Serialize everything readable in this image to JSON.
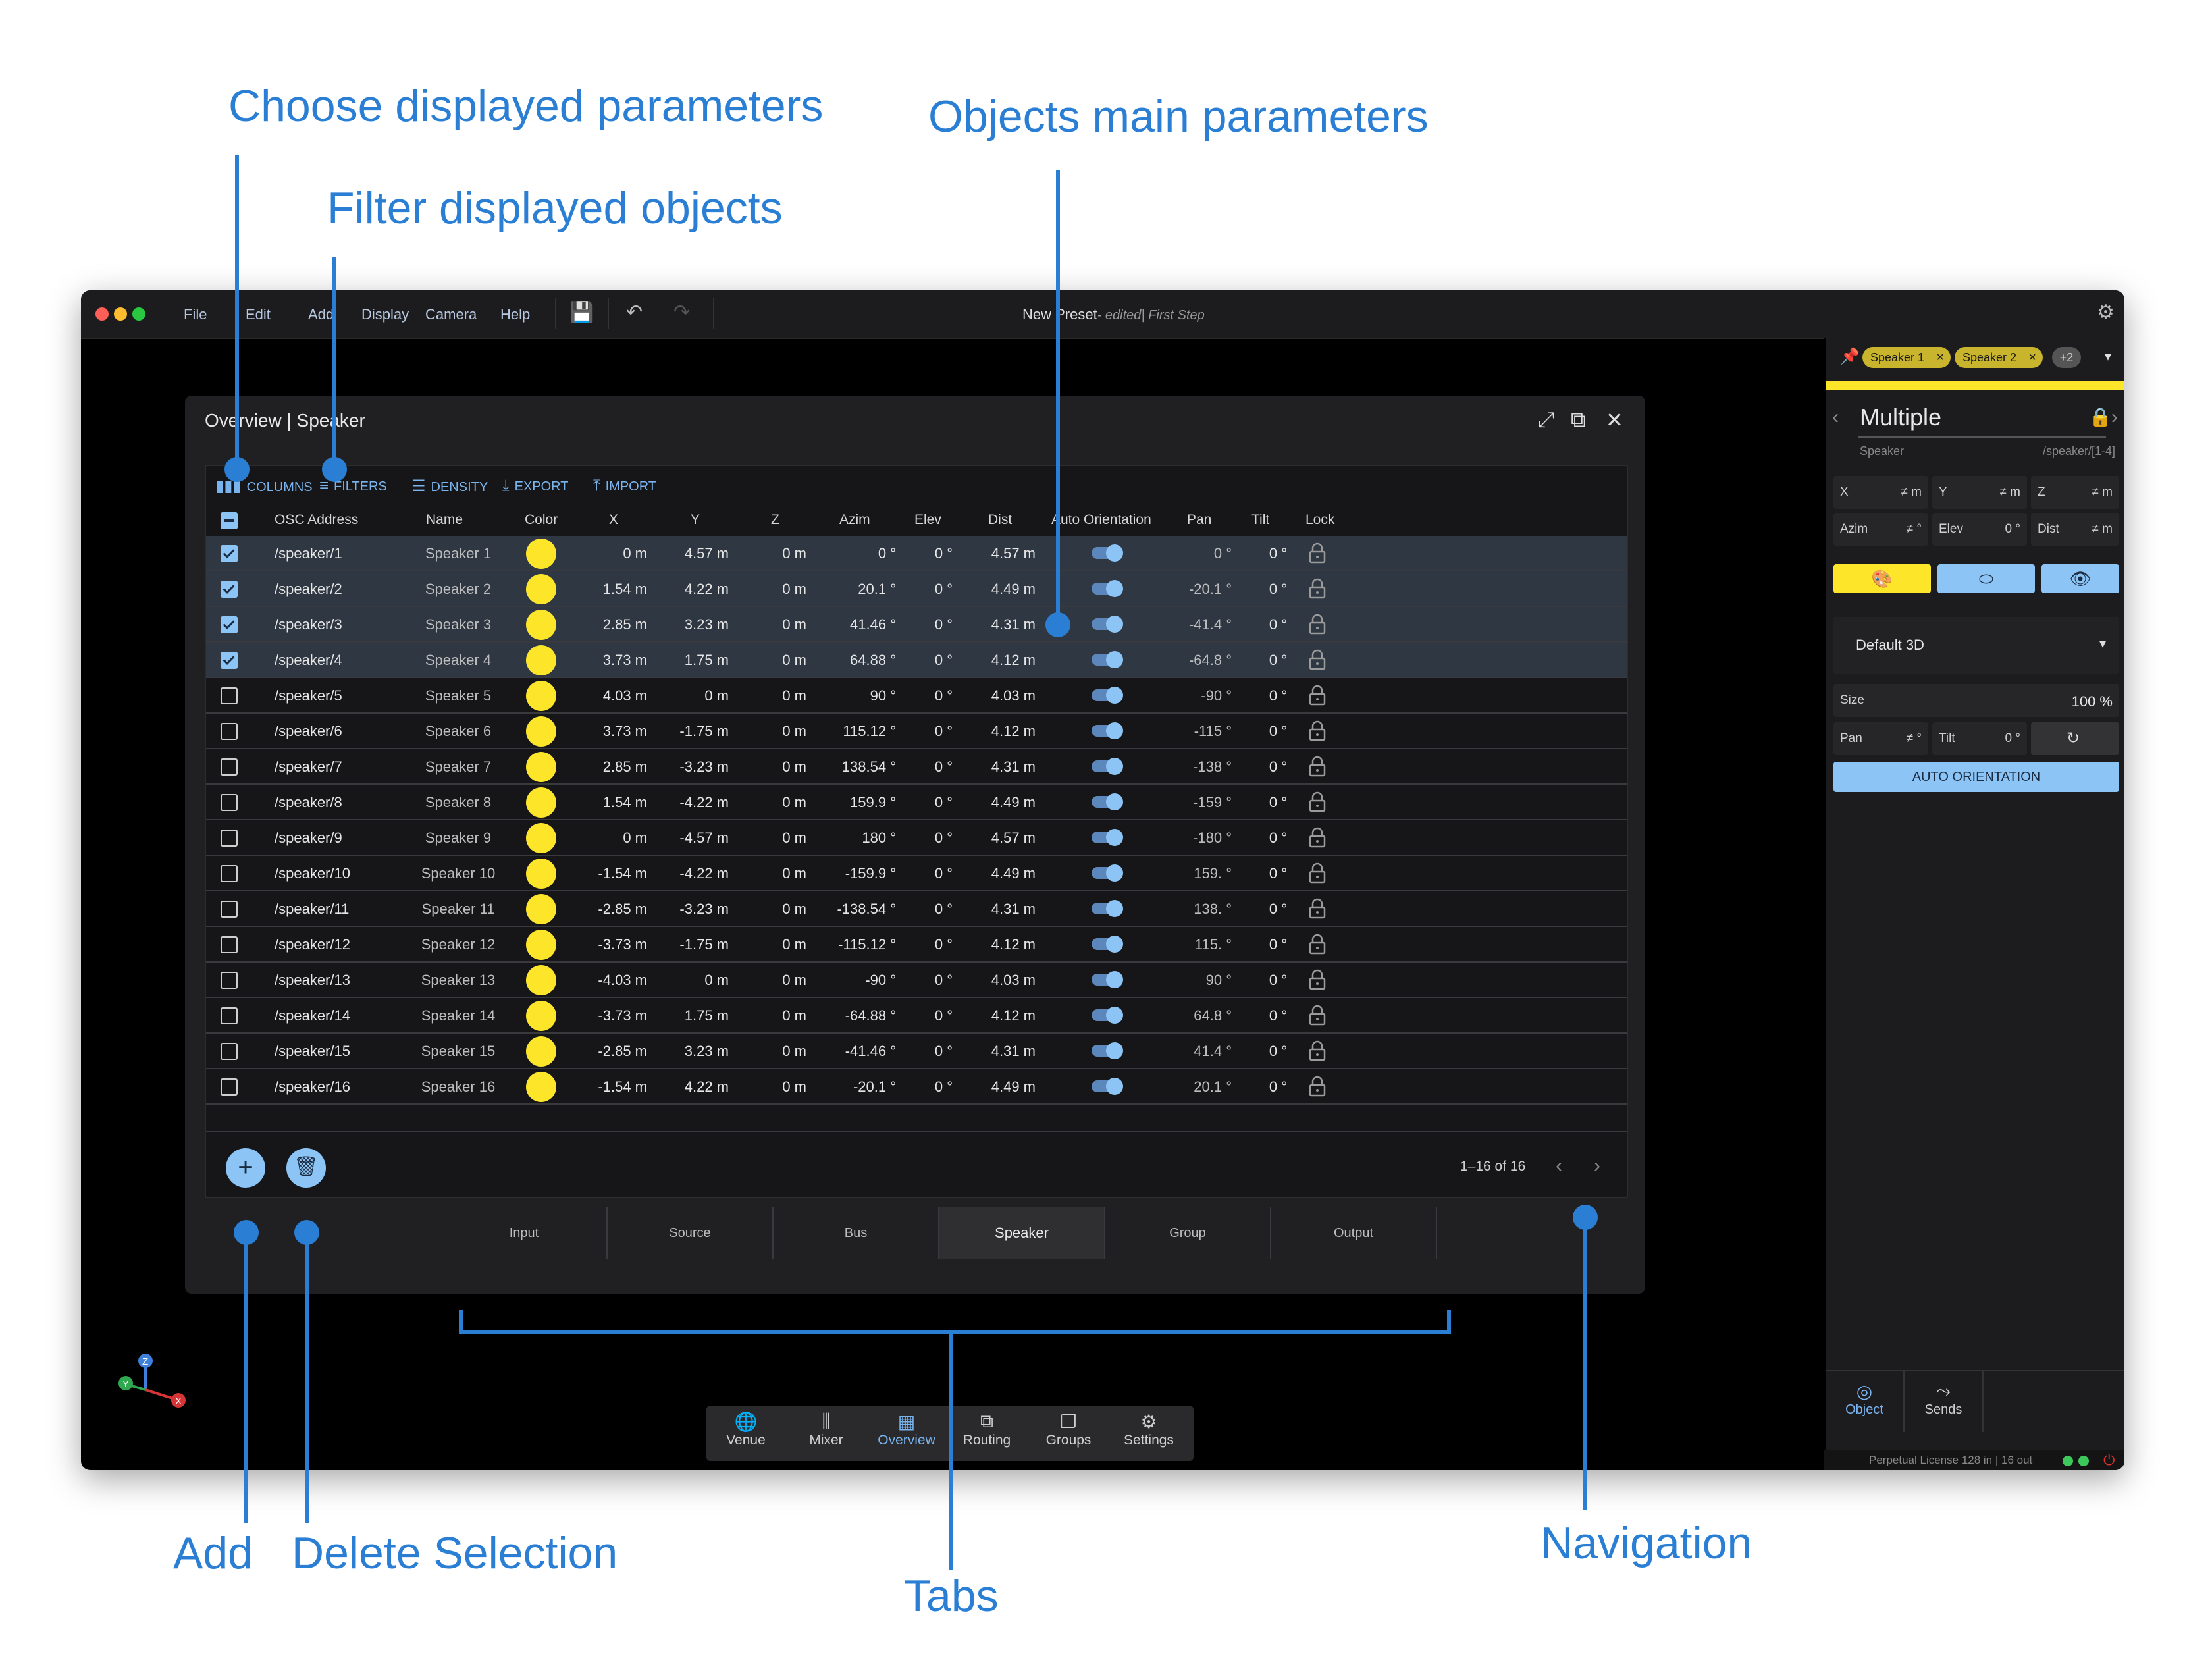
{
  "annotations": {
    "choose_params": "Choose displayed parameters",
    "filter_objects": "Filter displayed objects",
    "main_params": "Objects main parameters",
    "add": "Add",
    "delete": "Delete Selection",
    "tabs": "Tabs",
    "navigation": "Navigation"
  },
  "menu": [
    "File",
    "Edit",
    "Add",
    "Display",
    "Camera",
    "Help"
  ],
  "window_title": {
    "name": "New Preset",
    "state": "- edited",
    "step": "| First Step"
  },
  "panel": {
    "title": "Overview | Speaker",
    "toolbar": {
      "columns": "COLUMNS",
      "filters": "FILTERS",
      "density": "DENSITY",
      "export": "EXPORT",
      "import": "IMPORT"
    },
    "headers": [
      "OSC Address",
      "Name",
      "Color",
      "X",
      "Y",
      "Z",
      "Azim",
      "Elev",
      "Dist",
      "Auto Orientation",
      "Pan",
      "Tilt",
      "Lock"
    ],
    "rows": [
      {
        "addr": "/speaker/1",
        "name": "Speaker 1",
        "x": "0 m",
        "y": "4.57 m",
        "z": "0 m",
        "azim": "0 °",
        "elev": "0 °",
        "dist": "4.57 m",
        "pan": "0 °",
        "tilt": "0 °",
        "selected": true
      },
      {
        "addr": "/speaker/2",
        "name": "Speaker 2",
        "x": "1.54 m",
        "y": "4.22 m",
        "z": "0 m",
        "azim": "20.1 °",
        "elev": "0 °",
        "dist": "4.49 m",
        "pan": "-20.1 °",
        "tilt": "0 °",
        "selected": true
      },
      {
        "addr": "/speaker/3",
        "name": "Speaker 3",
        "x": "2.85 m",
        "y": "3.23 m",
        "z": "0 m",
        "azim": "41.46 °",
        "elev": "0 °",
        "dist": "4.31 m",
        "pan": "-41.4 °",
        "tilt": "0 °",
        "selected": true
      },
      {
        "addr": "/speaker/4",
        "name": "Speaker 4",
        "x": "3.73 m",
        "y": "1.75 m",
        "z": "0 m",
        "azim": "64.88 °",
        "elev": "0 °",
        "dist": "4.12 m",
        "pan": "-64.8 °",
        "tilt": "0 °",
        "selected": true
      },
      {
        "addr": "/speaker/5",
        "name": "Speaker 5",
        "x": "4.03 m",
        "y": "0 m",
        "z": "0 m",
        "azim": "90 °",
        "elev": "0 °",
        "dist": "4.03 m",
        "pan": "-90 °",
        "tilt": "0 °",
        "selected": false
      },
      {
        "addr": "/speaker/6",
        "name": "Speaker 6",
        "x": "3.73 m",
        "y": "-1.75 m",
        "z": "0 m",
        "azim": "115.12 °",
        "elev": "0 °",
        "dist": "4.12 m",
        "pan": "-115 °",
        "tilt": "0 °",
        "selected": false
      },
      {
        "addr": "/speaker/7",
        "name": "Speaker 7",
        "x": "2.85 m",
        "y": "-3.23 m",
        "z": "0 m",
        "azim": "138.54 °",
        "elev": "0 °",
        "dist": "4.31 m",
        "pan": "-138 °",
        "tilt": "0 °",
        "selected": false
      },
      {
        "addr": "/speaker/8",
        "name": "Speaker 8",
        "x": "1.54 m",
        "y": "-4.22 m",
        "z": "0 m",
        "azim": "159.9 °",
        "elev": "0 °",
        "dist": "4.49 m",
        "pan": "-159 °",
        "tilt": "0 °",
        "selected": false
      },
      {
        "addr": "/speaker/9",
        "name": "Speaker 9",
        "x": "0 m",
        "y": "-4.57 m",
        "z": "0 m",
        "azim": "180 °",
        "elev": "0 °",
        "dist": "4.57 m",
        "pan": "-180 °",
        "tilt": "0 °",
        "selected": false
      },
      {
        "addr": "/speaker/10",
        "name": "Speaker 10",
        "x": "-1.54 m",
        "y": "-4.22 m",
        "z": "0 m",
        "azim": "-159.9 °",
        "elev": "0 °",
        "dist": "4.49 m",
        "pan": "159. °",
        "tilt": "0 °",
        "selected": false
      },
      {
        "addr": "/speaker/11",
        "name": "Speaker 11",
        "x": "-2.85 m",
        "y": "-3.23 m",
        "z": "0 m",
        "azim": "-138.54 °",
        "elev": "0 °",
        "dist": "4.31 m",
        "pan": "138. °",
        "tilt": "0 °",
        "selected": false
      },
      {
        "addr": "/speaker/12",
        "name": "Speaker 12",
        "x": "-3.73 m",
        "y": "-1.75 m",
        "z": "0 m",
        "azim": "-115.12 °",
        "elev": "0 °",
        "dist": "4.12 m",
        "pan": "115. °",
        "tilt": "0 °",
        "selected": false
      },
      {
        "addr": "/speaker/13",
        "name": "Speaker 13",
        "x": "-4.03 m",
        "y": "0 m",
        "z": "0 m",
        "azim": "-90 °",
        "elev": "0 °",
        "dist": "4.03 m",
        "pan": "90 °",
        "tilt": "0 °",
        "selected": false
      },
      {
        "addr": "/speaker/14",
        "name": "Speaker 14",
        "x": "-3.73 m",
        "y": "1.75 m",
        "z": "0 m",
        "azim": "-64.88 °",
        "elev": "0 °",
        "dist": "4.12 m",
        "pan": "64.8 °",
        "tilt": "0 °",
        "selected": false
      },
      {
        "addr": "/speaker/15",
        "name": "Speaker 15",
        "x": "-2.85 m",
        "y": "3.23 m",
        "z": "0 m",
        "azim": "-41.46 °",
        "elev": "0 °",
        "dist": "4.31 m",
        "pan": "41.4 °",
        "tilt": "0 °",
        "selected": false
      },
      {
        "addr": "/speaker/16",
        "name": "Speaker 16",
        "x": "-1.54 m",
        "y": "4.22 m",
        "z": "0 m",
        "azim": "-20.1 °",
        "elev": "0 °",
        "dist": "4.49 m",
        "pan": "20.1 °",
        "tilt": "0 °",
        "selected": false
      }
    ],
    "pager": "1–16 of 16",
    "tabs": [
      "Input",
      "Source",
      "Bus",
      "Speaker",
      "Group",
      "Output"
    ],
    "active_tab": "Speaker",
    "swatch_color": "#fde52a"
  },
  "inspector": {
    "chips": [
      "Speaker 1",
      "Speaker 2"
    ],
    "more": "+2",
    "title": "Multiple",
    "type": "Speaker",
    "path": "/speaker/[1-4]",
    "fields": {
      "x": {
        "label": "X",
        "value": "≠ m"
      },
      "y": {
        "label": "Y",
        "value": "≠ m"
      },
      "z": {
        "label": "Z",
        "value": "≠ m"
      },
      "azim": {
        "label": "Azim",
        "value": "≠ °"
      },
      "elev": {
        "label": "Elev",
        "value": "0 °"
      },
      "dist": {
        "label": "Dist",
        "value": "≠ m"
      }
    },
    "preset": "Default 3D",
    "size_label": "Size",
    "size_value": "100 %",
    "pan_label": "Pan",
    "pan_value": "≠ °",
    "tilt_label": "Tilt",
    "tilt_value": "0 °",
    "auto_orientation": "AUTO ORIENTATION",
    "bottom_tabs": [
      "Object",
      "Sends"
    ],
    "license": "Perpetual License 128 in | 16 out"
  },
  "dock": [
    "Venue",
    "Mixer",
    "Overview",
    "Routing",
    "Groups",
    "Settings"
  ],
  "dock_active": "Overview",
  "axes": {
    "x": "X",
    "y": "Y",
    "z": "Z"
  }
}
